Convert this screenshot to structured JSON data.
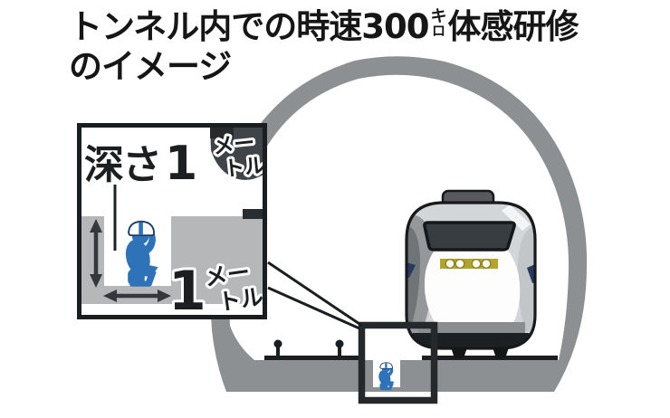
{
  "title": {
    "line1_before_unit": "トンネル内での時速",
    "speed_value": "300",
    "unit_stack": {
      "top": "キ",
      "bottom": "ロ"
    },
    "line1_after_unit": "体感研修",
    "line2": "のイメージ"
  },
  "inset": {
    "depth_label": "深さ",
    "depth_value": "1",
    "depth_unit": {
      "top": "メー",
      "bottom": "トル"
    },
    "width_value": "1",
    "width_unit": {
      "top": "メー",
      "bottom": "トル"
    }
  },
  "colors": {
    "tunnel_gray": "#8d9093",
    "inset_ground_gray": "#b5b7b9",
    "worker_blue": "#2e73b7",
    "headlight_yellow": "#b2a52c",
    "charcoal": "#3f4448",
    "outline_black": "#1b1e20",
    "train_navy": "#263a60"
  },
  "icons": {
    "worker": "worker-icon",
    "train": "shinkansen-train-icon",
    "tunnel": "tunnel-icon",
    "magnified_area": "magnified-area-box",
    "depth_arrow": "double-arrow-vertical-icon",
    "width_arrow": "double-arrow-horizontal-icon"
  }
}
